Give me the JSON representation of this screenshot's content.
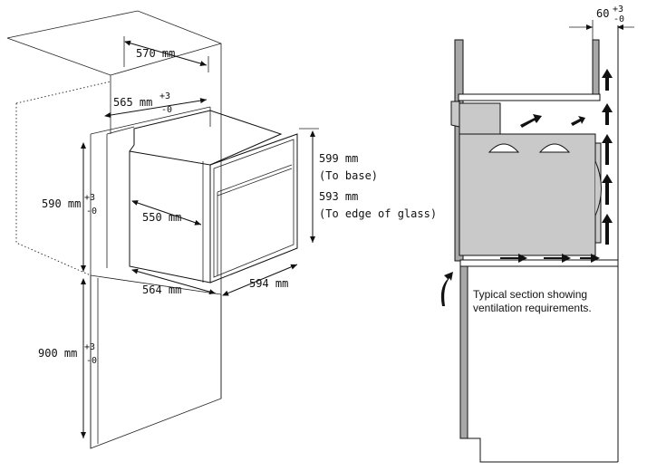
{
  "left_diagram": {
    "dim_width_top": "570 mm",
    "dim_depth_opening": "565 mm",
    "dim_depth_opening_tol_plus": "+3",
    "dim_depth_opening_tol_minus": "-0",
    "dim_height_opening": "590 mm",
    "dim_height_opening_tol_plus": "+3",
    "dim_height_opening_tol_minus": "-0",
    "dim_oven_depth": "550 mm",
    "dim_oven_height_base": "599 mm",
    "note_to_base": "(To base)",
    "dim_oven_height_glass": "593 mm",
    "note_to_glass": "(To edge of glass)",
    "dim_oven_bottom_depth": "564 mm",
    "dim_oven_width": "594 mm",
    "dim_floor_height": "900 mm",
    "dim_floor_height_tol_plus": "+3",
    "dim_floor_height_tol_minus": "-0"
  },
  "right_diagram": {
    "dim_vent_gap": "60",
    "dim_vent_gap_tol_plus": "+3",
    "dim_vent_gap_tol_minus": "-0",
    "caption_line1": "Typical section showing",
    "caption_line2": "ventilation requirements."
  },
  "colors": {
    "line": "#111111",
    "oven_fill": "#c9c9c9",
    "cabinet_fill": "#a8a8a8"
  }
}
